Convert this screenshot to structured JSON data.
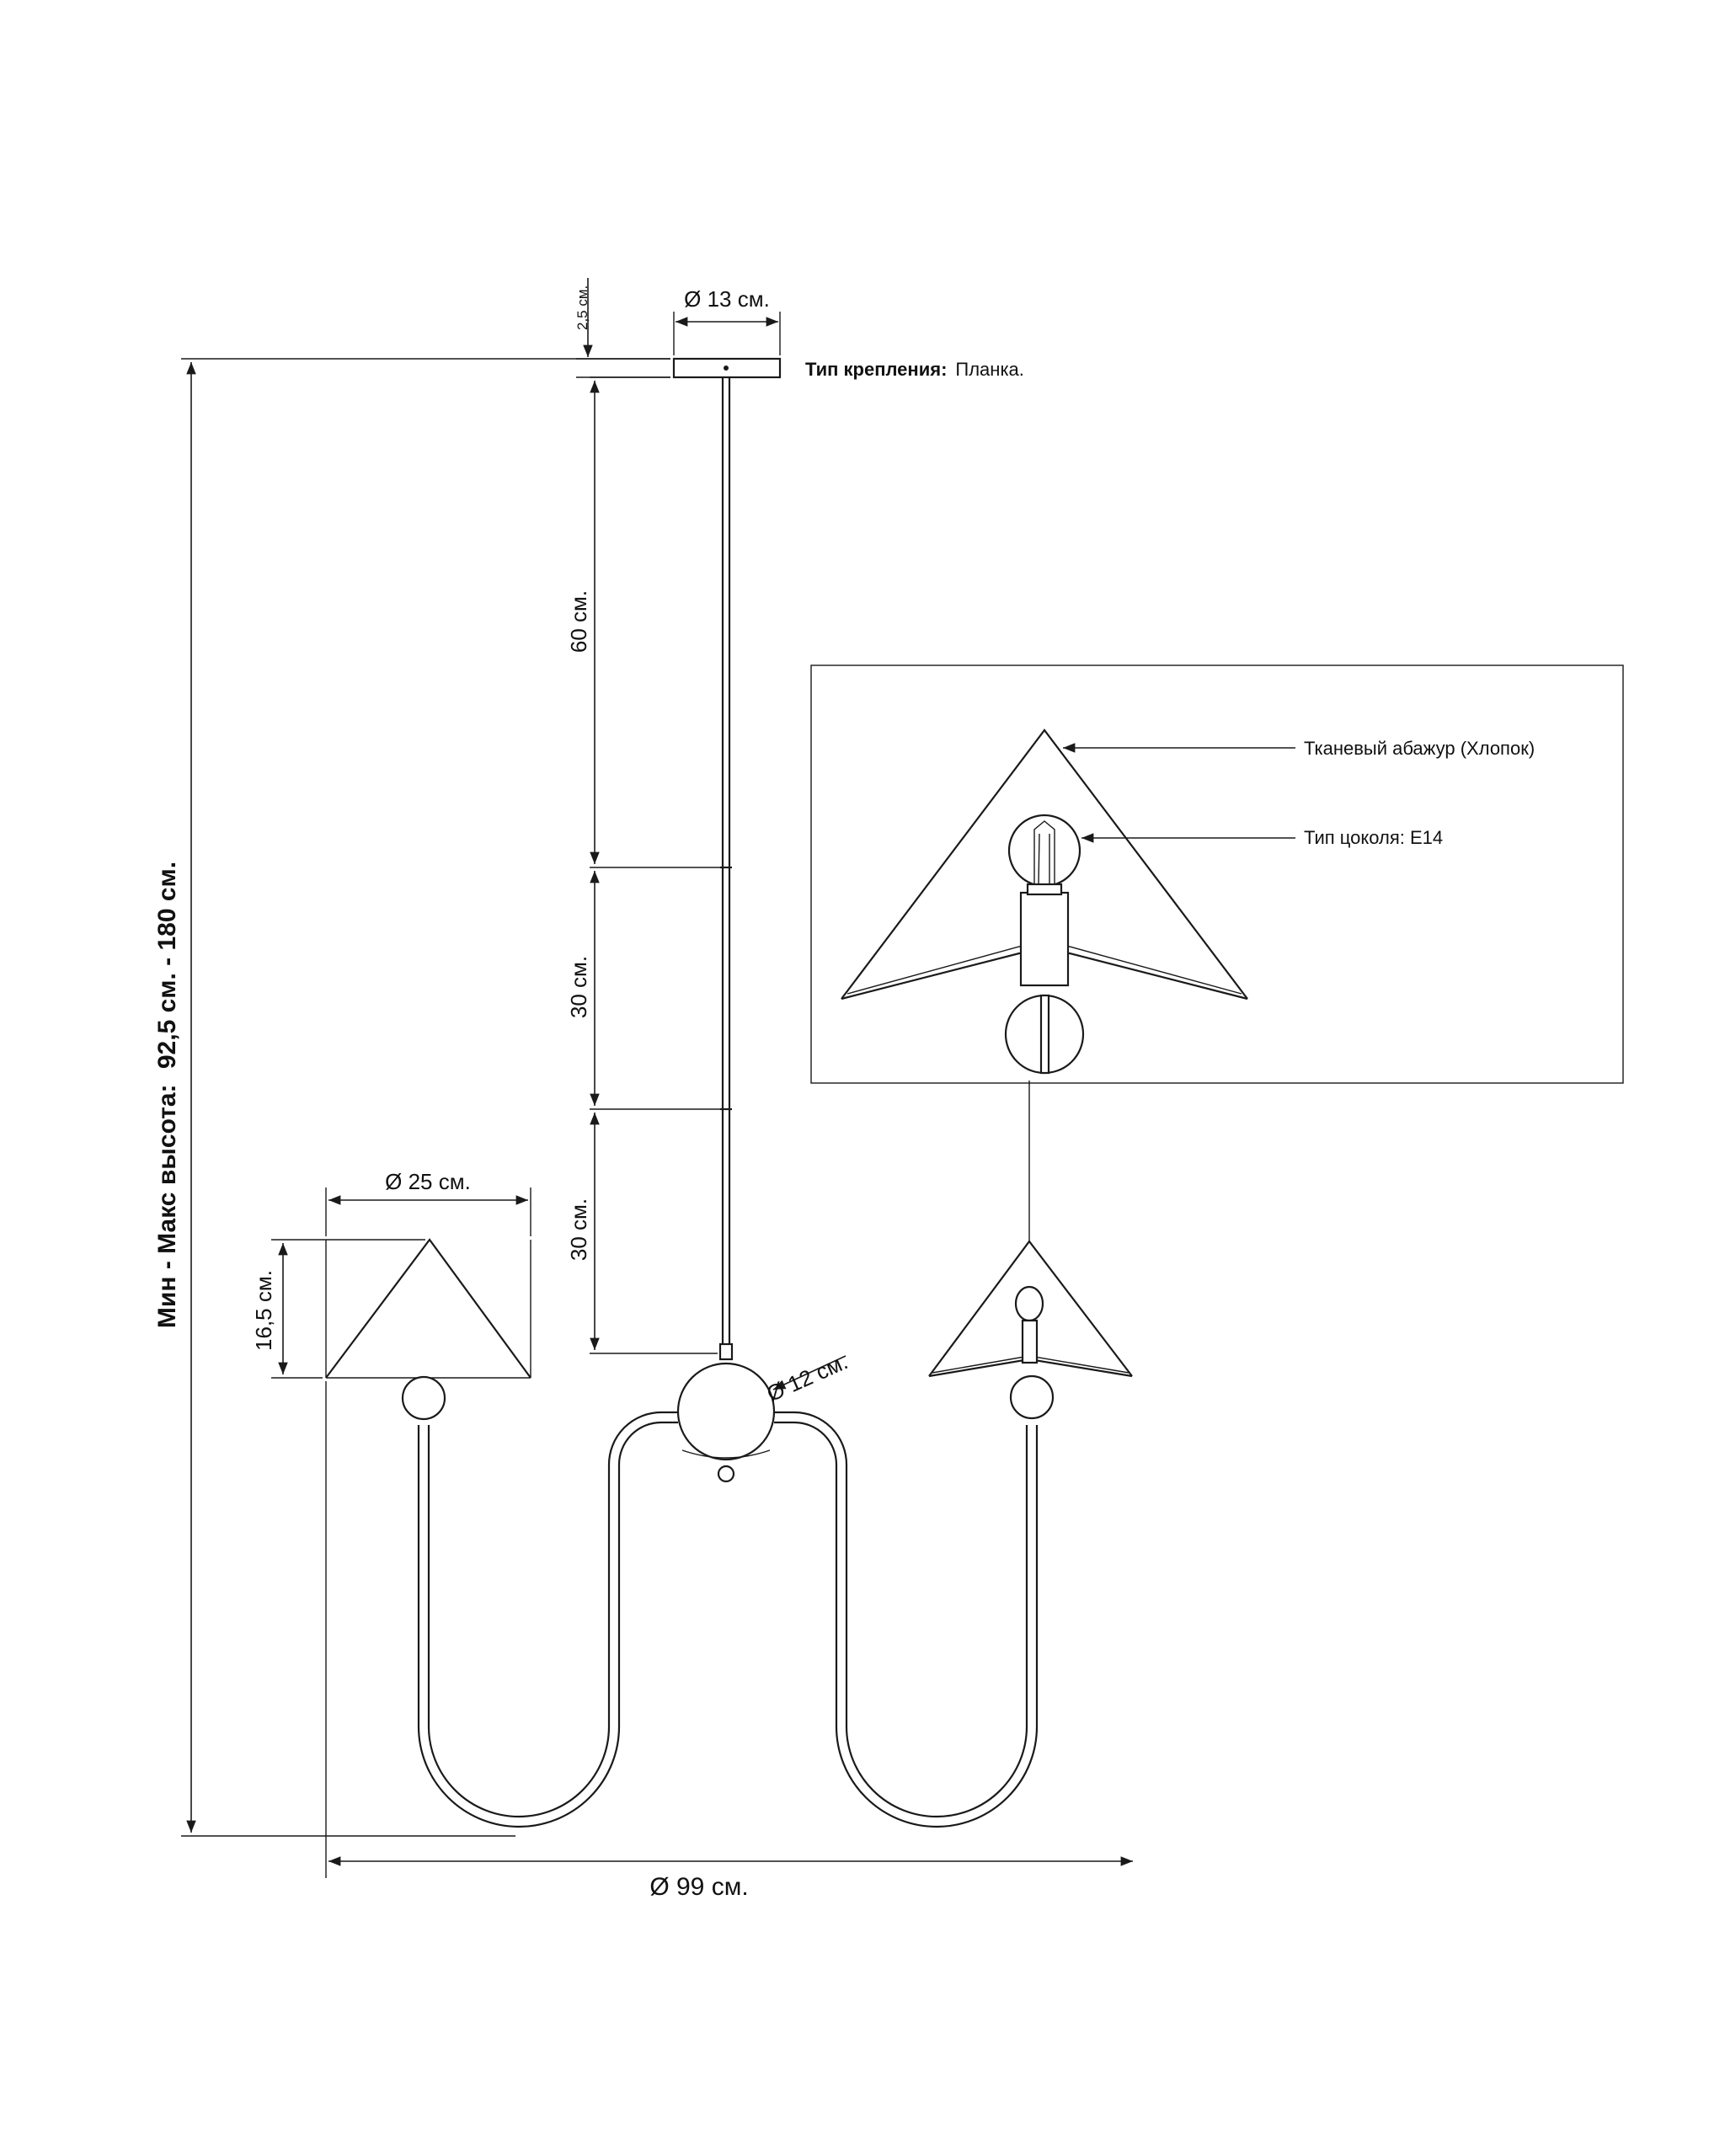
{
  "dimensions": {
    "canopy_height": "2,5 см.",
    "canopy_diameter": "Ø 13 см.",
    "rod_1": "60 см.",
    "rod_2": "30 см.",
    "rod_3": "30 см.",
    "shade_diameter": "Ø 25 см.",
    "shade_height": "16,5 см.",
    "ball_diameter": "Ø 12 см.",
    "total_width": "Ø 99 см.",
    "height_range_label": "Мин - Макс высота:",
    "height_range_value": "92,5 см. - 180 см."
  },
  "mount": {
    "label": "Тип крепления:",
    "value": "Планка."
  },
  "detail": {
    "shade_callout": "Тканевый абажур (Хлопок)",
    "socket_callout": "Тип цоколя: E14"
  }
}
